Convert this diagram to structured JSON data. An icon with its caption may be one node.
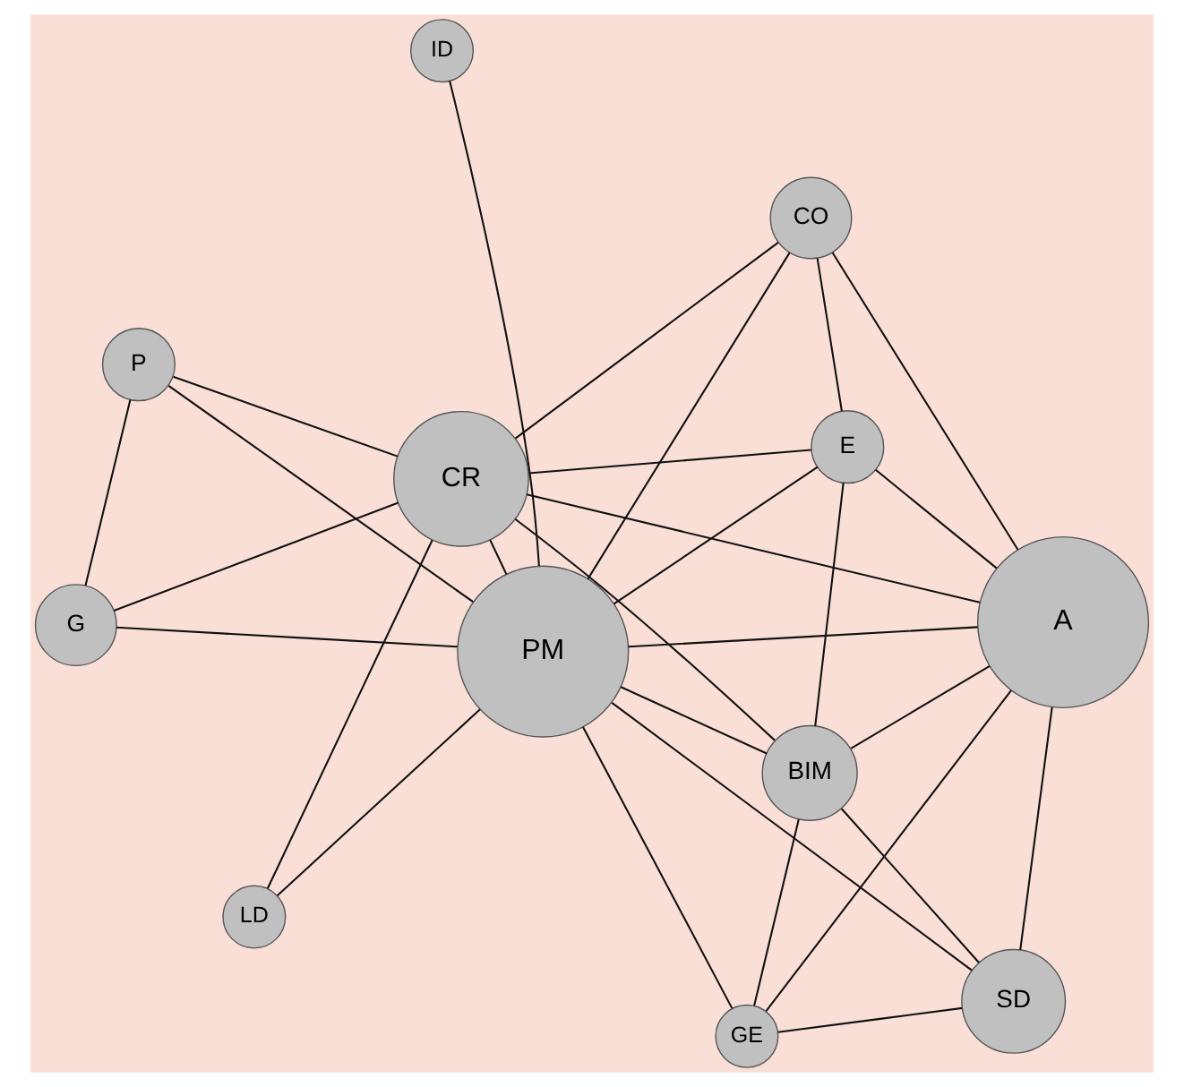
{
  "diagram": {
    "nodes": [
      {
        "text": [
          "ID"
        ]
      },
      {
        "text": [
          "LD"
        ]
      },
      {
        "text": [
          "PM"
        ]
      },
      {
        "text": [
          "G"
        ]
      },
      {
        "text": [
          "P"
        ]
      },
      {
        "text": [
          "GE"
        ]
      },
      {
        "text": [
          "BIM"
        ]
      },
      {
        "text": [
          "E"
        ]
      },
      {
        "text": [
          "CR"
        ]
      },
      {
        "text": [
          "SD"
        ]
      },
      {
        "text": [
          "A"
        ]
      },
      {
        "text": [
          "CO"
        ]
      }
    ],
    "edges": [
      {
        "from": 0,
        "to": 2,
        "arrow": "none"
      },
      {
        "from": 1,
        "to": 2,
        "arrow": "none"
      },
      {
        "from": 1,
        "to": 8,
        "arrow": "none"
      },
      {
        "from": 2,
        "to": 3,
        "arrow": "none"
      },
      {
        "from": 2,
        "to": 4,
        "arrow": "none"
      },
      {
        "from": 3,
        "to": 4,
        "arrow": "none"
      },
      {
        "from": 3,
        "to": 8,
        "arrow": "none"
      },
      {
        "from": 4,
        "to": 8,
        "arrow": "none"
      },
      {
        "from": 2,
        "to": 8,
        "arrow": "none"
      },
      {
        "from": 2,
        "to": 7,
        "arrow": "none"
      },
      {
        "from": 2,
        "to": 11,
        "arrow": "none"
      },
      {
        "from": 2,
        "to": 10,
        "arrow": "none"
      },
      {
        "from": 2,
        "to": 6,
        "arrow": "none"
      },
      {
        "from": 2,
        "to": 9,
        "arrow": "none"
      },
      {
        "from": 2,
        "to": 5,
        "arrow": "none"
      },
      {
        "from": 5,
        "to": 6,
        "arrow": "none"
      },
      {
        "from": 5,
        "to": 10,
        "arrow": "none"
      },
      {
        "from": 5,
        "to": 9,
        "arrow": "none"
      },
      {
        "from": 6,
        "to": 9,
        "arrow": "none"
      },
      {
        "from": 6,
        "to": 10,
        "arrow": "none"
      },
      {
        "from": 6,
        "to": 7,
        "arrow": "none"
      },
      {
        "from": 6,
        "to": 8,
        "arrow": "none"
      },
      {
        "from": 9,
        "to": 10,
        "arrow": "none"
      },
      {
        "from": 10,
        "to": 7,
        "arrow": "none"
      },
      {
        "from": 10,
        "to": 8,
        "arrow": "none"
      },
      {
        "from": 10,
        "to": 11,
        "arrow": "none"
      },
      {
        "from": 7,
        "to": 8,
        "arrow": "none"
      },
      {
        "from": 7,
        "to": 11,
        "arrow": "none"
      },
      {
        "from": 8,
        "to": 11,
        "arrow": "none"
      }
    ]
  }
}
